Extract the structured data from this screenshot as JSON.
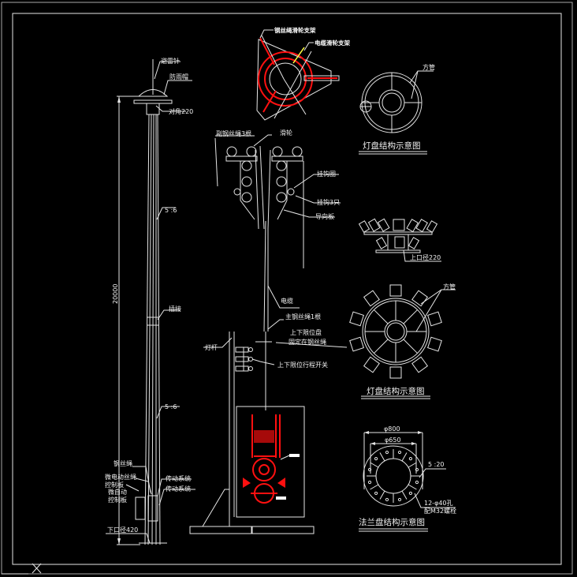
{
  "drawing": {
    "title": "High-mast lifting light pole structural drawing",
    "colors": {
      "background": "#000000",
      "line": "#e6e6e6",
      "frame": "#a8a8a8",
      "winch": "#ff1010",
      "support": "#ffff40"
    }
  },
  "pole": {
    "labels": {
      "lightning_rod": "避雷针",
      "rain_cap": "防雨帽",
      "top_diameter": "对角220",
      "taper_upper": "5 :6",
      "joint": "插接",
      "taper_lower": "5 :6",
      "total_height": "20000",
      "steel_wire": "钢丝绳",
      "micro_motor": "微电动丝绳",
      "control_board_1": "控制板",
      "micro_motor_2": "微自动",
      "control_board_2": "控制板",
      "transmission_1": "传动系统",
      "transmission_2": "传动系统",
      "bottom_diameter": "下口径420"
    }
  },
  "top_view": {
    "labels": {
      "wire_pulley_bracket": "钢丝绳滑轮支架",
      "cable_pulley_bracket": "电缆滑轮支架"
    }
  },
  "pulley_detail": {
    "labels": {
      "secondary_wire": "副钢丝绳3根",
      "pulley": "滑轮",
      "hook_ring": "挂钩圈",
      "hooks": "挂钩3只",
      "guide_plate": "导向板",
      "cable": "电缆",
      "main_wire": "主钢丝绳1根",
      "limit_plate": "上下限位盘",
      "fixed_on_wire": "固定在钢丝绳",
      "light_pole": "灯杆",
      "limit_switch": "上下限位行程开关"
    }
  },
  "lamp_panel_1": {
    "pipe_label": "方管",
    "caption": "灯盘结构示意图"
  },
  "lamp_panel_side": {
    "diameter_label": "上口径220"
  },
  "lamp_panel_2": {
    "pipe_label": "方管",
    "caption": "灯盘结构示意图"
  },
  "flange": {
    "outer_diameter": "φ800",
    "inner_diameter": "φ650",
    "taper": "5 :20",
    "holes": "12-φ40孔",
    "bolts": "配M32螺栓",
    "caption": "法兰盘结构示意图"
  }
}
